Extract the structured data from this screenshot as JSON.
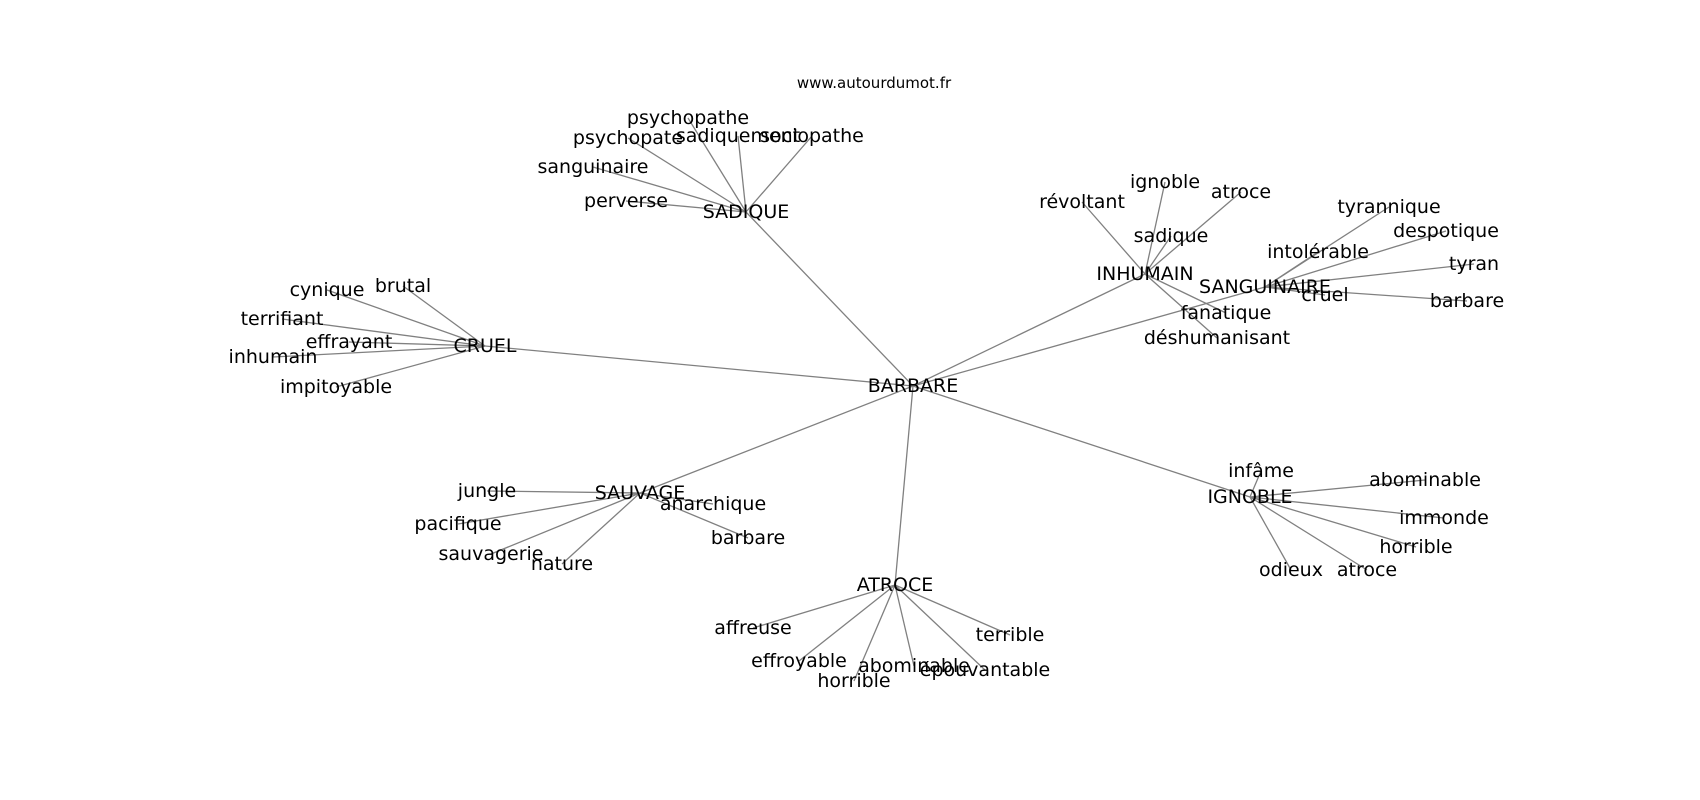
{
  "site": "www.autourdumot.fr",
  "center": "BARBARE",
  "groups": [
    {
      "name": "SADIQUE",
      "words": [
        "psychopathe",
        "psychopate",
        "sadiquement",
        "sociopathe",
        "sanguinaire",
        "perverse"
      ]
    },
    {
      "name": "CRUEL",
      "words": [
        "cynique",
        "brutal",
        "terrifiant",
        "effrayant",
        "inhumain",
        "impitoyable"
      ]
    },
    {
      "name": "INHUMAIN",
      "words": [
        "révoltant",
        "ignoble",
        "atroce",
        "sadique",
        "fanatique",
        "déshumanisant"
      ]
    },
    {
      "name": "SANGUINAIRE",
      "words": [
        "tyrannique",
        "despotique",
        "intolérable",
        "tyran",
        "cruel",
        "barbare"
      ]
    },
    {
      "name": "SAUVAGE",
      "words": [
        "jungle",
        "pacifique",
        "sauvagerie",
        "nature",
        "anarchique",
        "barbare"
      ]
    },
    {
      "name": "ATROCE",
      "words": [
        "affreuse",
        "effroyable",
        "horrible",
        "abominable",
        "épouvantable",
        "terrible"
      ]
    },
    {
      "name": "IGNOBLE",
      "words": [
        "infâme",
        "abominable",
        "immonde",
        "horrible",
        "odieux",
        "atroce"
      ]
    }
  ]
}
